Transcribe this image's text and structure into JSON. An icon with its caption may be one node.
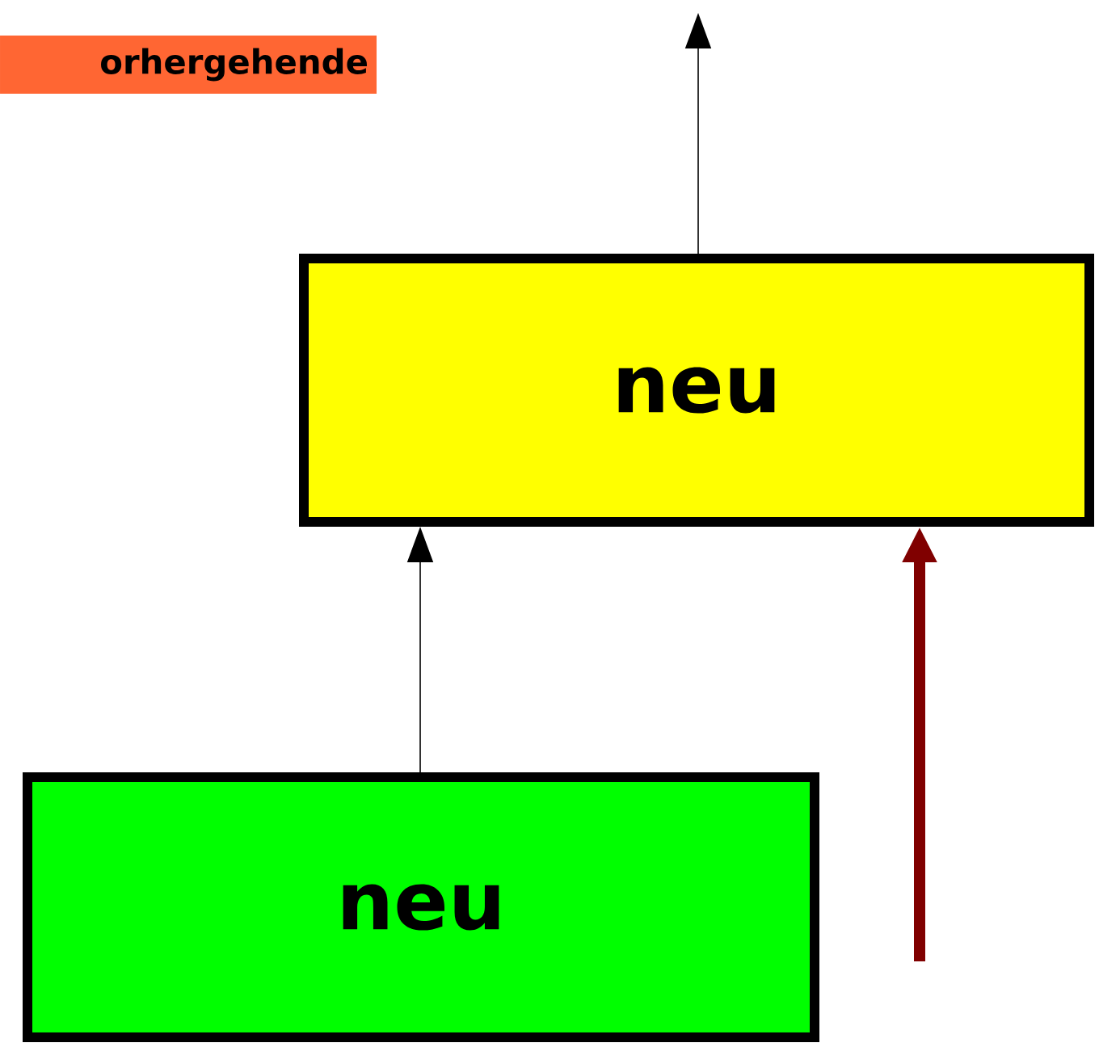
{
  "diagram": {
    "nodes": [
      {
        "text": [
          "orhergehende"
        ]
      },
      {
        "text": [
          "neu"
        ]
      },
      {
        "text": [
          "neu"
        ]
      }
    ],
    "edges": [
      {
        "from": 1,
        "to": null,
        "arrow": "to"
      },
      {
        "from": 2,
        "to": 1,
        "arrow": "to"
      },
      {
        "from": null,
        "to": 1,
        "arrow": "to",
        "style": "thick",
        "color": "#800000"
      }
    ]
  }
}
